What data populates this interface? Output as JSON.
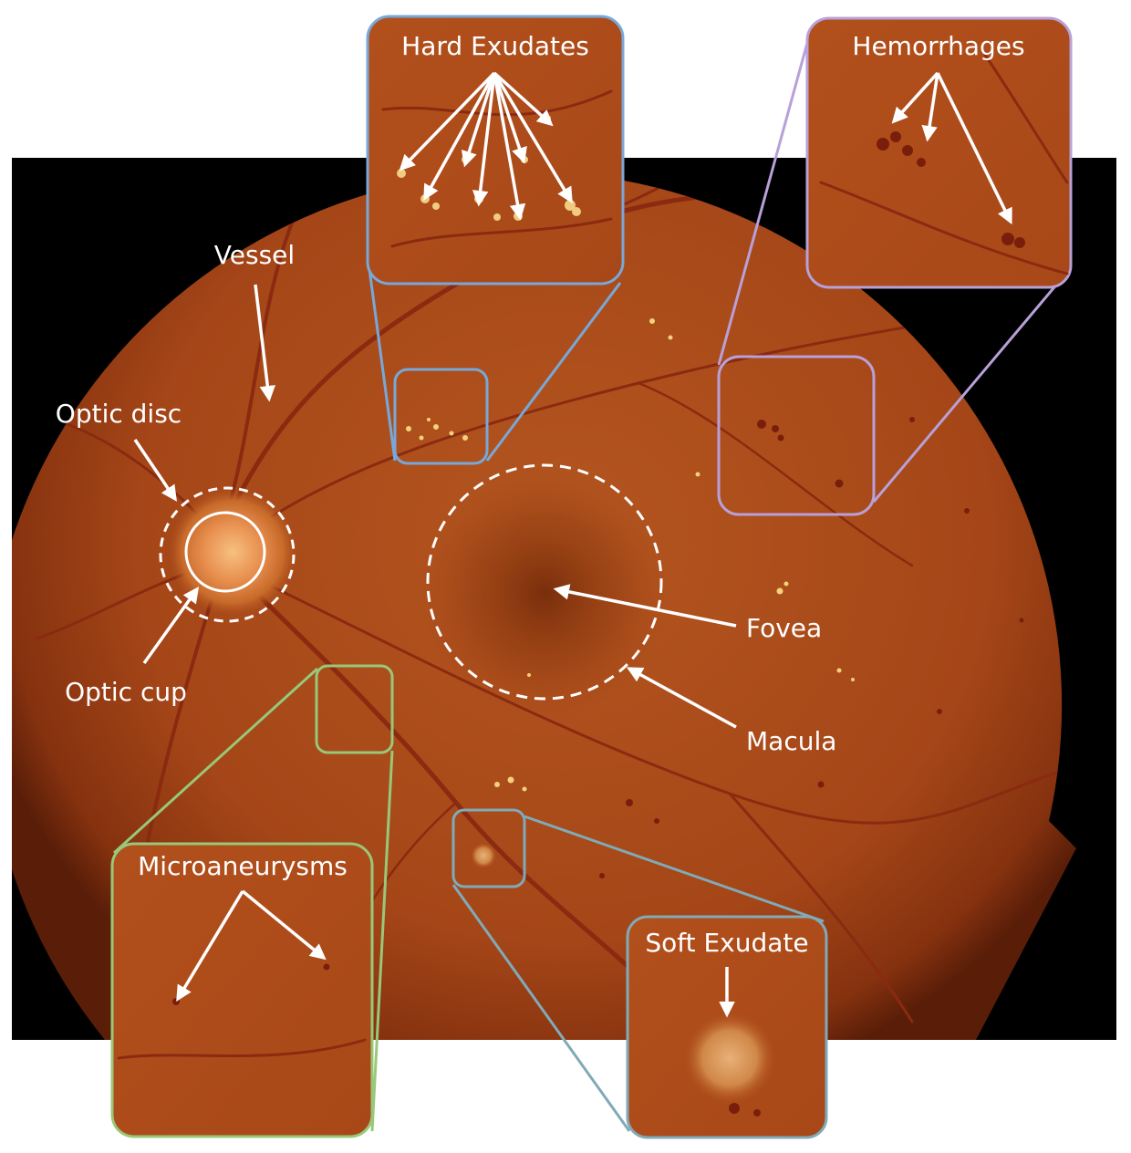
{
  "labels": {
    "vessel": "Vessel",
    "optic_disc": "Optic disc",
    "optic_cup": "Optic cup",
    "fovea": "Fovea",
    "macula": "Macula",
    "hard_exudates": "Hard Exudates",
    "hemorrhages": "Hemorrhages",
    "microaneurysms": "Microaneurysms",
    "soft_exudate": "Soft Exudate"
  },
  "colors": {
    "background": "#000000",
    "retina": "#b8521c",
    "retina_edge": "#5a1e08",
    "vessel": "#8a2a10",
    "optic_disc": "#f0a060",
    "exudate": "#f2d27a",
    "hemorrhage": "#7a1e0c",
    "hard_exudates_frame": "#78a8d8",
    "hemorrhages_frame": "#b8a0d8",
    "microaneurysms_frame": "#98c878",
    "soft_exudate_frame": "#80aab8",
    "annotation": "#ffffff"
  }
}
